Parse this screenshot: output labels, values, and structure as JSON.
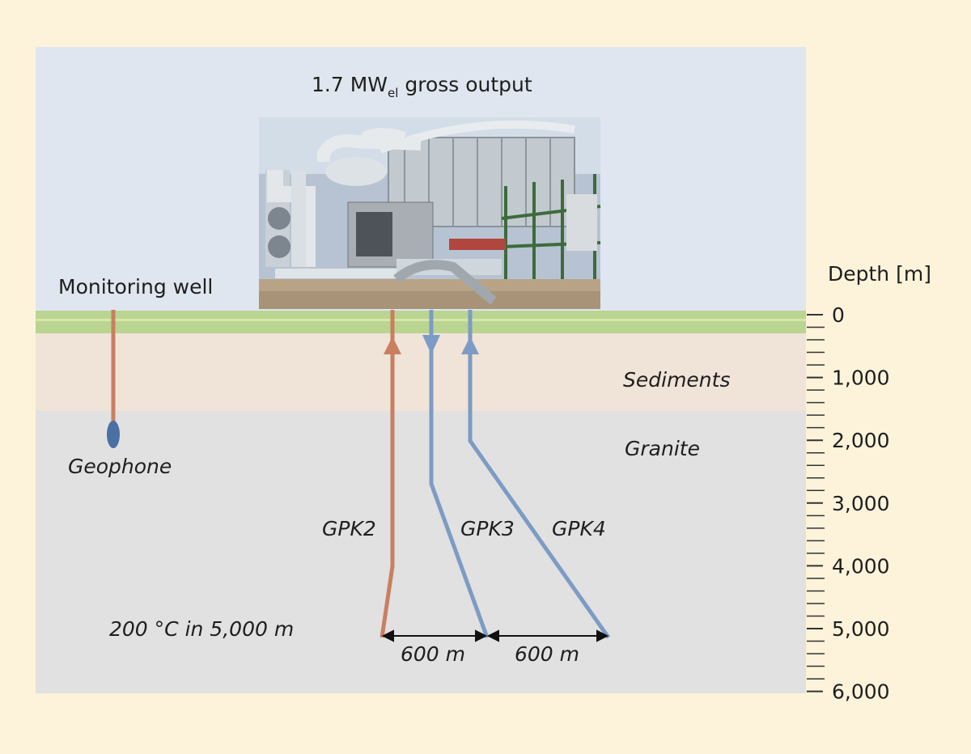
{
  "colors": {
    "page_background": "#fcf3da",
    "sky": "#dfe6ef",
    "soil_band": "#b9d591",
    "soil_stripe": "#d9e6a6",
    "sediments": "#f0e3d8",
    "granite": "#e1e1e1",
    "production_well": "#c97f61",
    "injection_well": "#7d9bc4",
    "monitoring_well": "#c97f61",
    "geophone": "#4a70a4",
    "text": "#1e1e1e",
    "temperature_text": "#c07050"
  },
  "title": {
    "main": "1.7 MW",
    "subscript": "el",
    "suffix": " gross output"
  },
  "photo": {
    "subject": "power plant with pipes and cooling towers"
  },
  "labels": {
    "monitoring_well": "Monitoring well",
    "geophone": "Geophone",
    "sediments": "Sediments",
    "granite": "Granite",
    "temperature": "200 °C in 5,000 m",
    "distance_1": "600 m",
    "distance_2": "600 m"
  },
  "wells": [
    {
      "id": "GPK2",
      "name": "GPK2",
      "flow": "up",
      "type": "production"
    },
    {
      "id": "GPK3",
      "name": "GPK3",
      "flow": "down",
      "type": "injection"
    },
    {
      "id": "GPK4",
      "name": "GPK4",
      "flow": "up",
      "type": "injection"
    }
  ],
  "depth_axis": {
    "title": "Depth [m]",
    "unit": "m",
    "ticks": [
      "0",
      "1,000",
      "2,000",
      "3,000",
      "4,000",
      "5,000",
      "6,000"
    ]
  }
}
